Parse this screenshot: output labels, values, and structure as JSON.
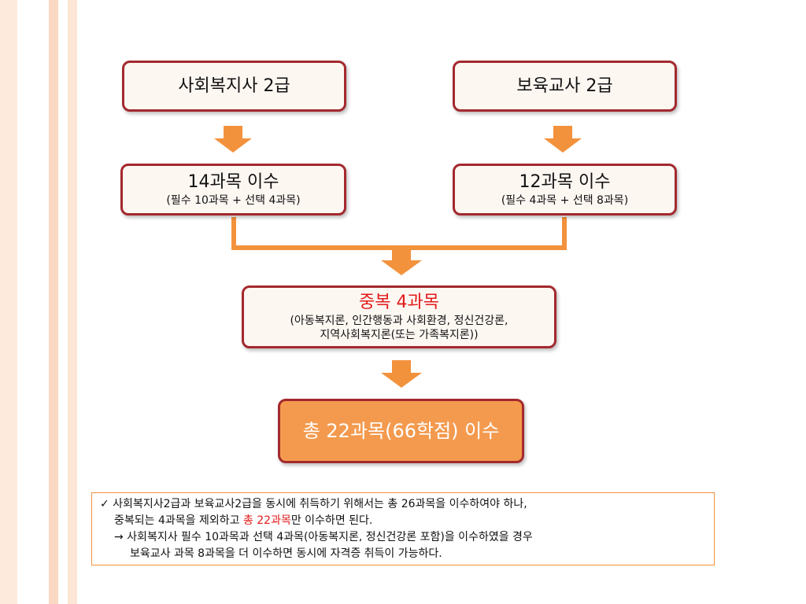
{
  "diagram": {
    "left_top": {
      "title": "사회복지사 2급"
    },
    "right_top": {
      "title": "보육교사 2급"
    },
    "left_mid": {
      "title": "14과목 이수",
      "sub": "(필수 10과목 + 선택 4과목)"
    },
    "right_mid": {
      "title": "12과목 이수",
      "sub": "(필수 4과목 + 선택 8과목)"
    },
    "overlap": {
      "title": "중복 4과목",
      "sub_line1": "(아동복지론, 인간행동과 사회환경, 정신건강론,",
      "sub_line2": "지역사회복지론(또는 가족복지론))"
    },
    "final": {
      "title": "총 22과목(66학점) 이수"
    }
  },
  "note": {
    "line1": "✓ 사회복지사2급과 보육교사2급을 동시에 취득하기 위해서는 총 26과목을 이수하여야 하나,",
    "line2_pre": "중복되는 4과목을 제외하고 ",
    "line2_highlight": "총 22과목",
    "line2_post": "만 이수하면 된다.",
    "line3": "→ 사회복지사 필수 10과목과 선택 4과목(아동복지론, 정신건강론 포함)을 이수하였을 경우",
    "line4": "보육교사 과목 8과목을 더 이수하면 동시에 자격증 취득이 가능하다."
  },
  "colors": {
    "stripe_light": "#fde6d6",
    "stripe_mid": "#fbd8c2",
    "arrow": "#f3923d",
    "box_border": "#a3292e",
    "box_fill": "#fdf7f2",
    "final_fill": "#f49a4e",
    "highlight": "#e21b1b"
  }
}
